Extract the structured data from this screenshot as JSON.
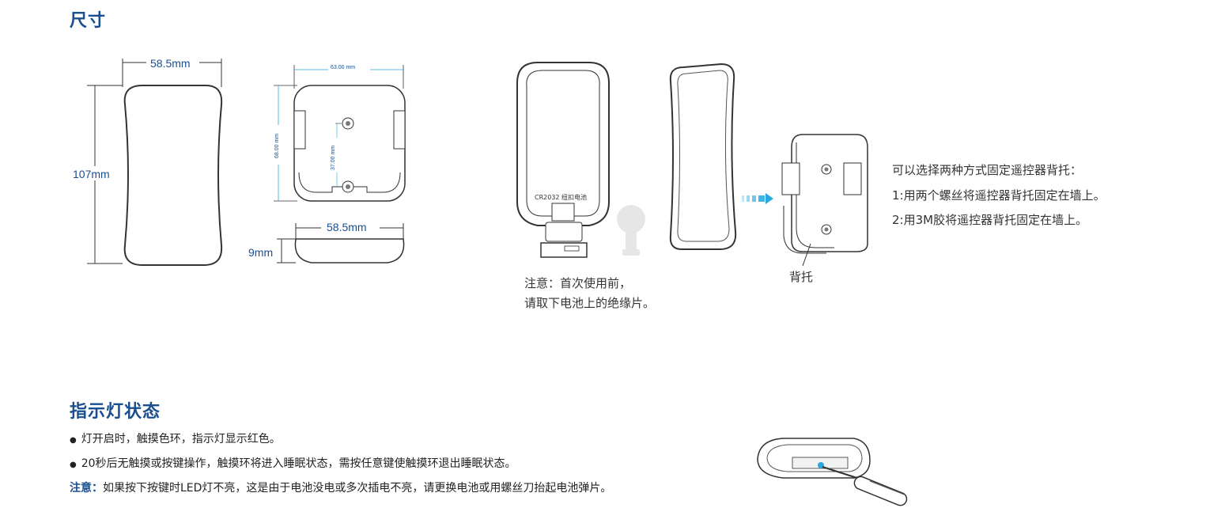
{
  "size_section": {
    "title": "尺寸",
    "front_width": "58.5mm",
    "front_height": "107mm",
    "back_width": "63.00 mm",
    "back_height": "68.00 mm",
    "hole_spacing": "37.00 mm",
    "side_width": "58.5mm",
    "side_thickness": "9mm"
  },
  "battery": {
    "label": "CR2032 纽扣电池",
    "note_line1": "注意：首次使用前，",
    "note_line2": "请取下电池上的绝缘片。"
  },
  "mount": {
    "label": "背托",
    "text_title": "可以选择两种方式固定遥控器背托：",
    "option1": "1:用两个螺丝将遥控器背托固定在墙上。",
    "option2": "2:用3M胶将遥控器背托固定在墙上。"
  },
  "indicator_section": {
    "title": "指示灯状态",
    "bullet1": "灯开启时，触摸色环，指示灯显示红色。",
    "bullet2": "20秒后无触摸或按键操作，触摸环将进入睡眠状态，需按任意键使触摸环退出睡眠状态。",
    "note_label": "注意：",
    "note_text": "如果按下按键时LED灯不亮，这是由于电池没电或多次插电不亮，请更换电池或用螺丝刀抬起电池弹片。"
  },
  "colors": {
    "heading": "#1a4f8f",
    "arrow": "#29a9e0"
  }
}
